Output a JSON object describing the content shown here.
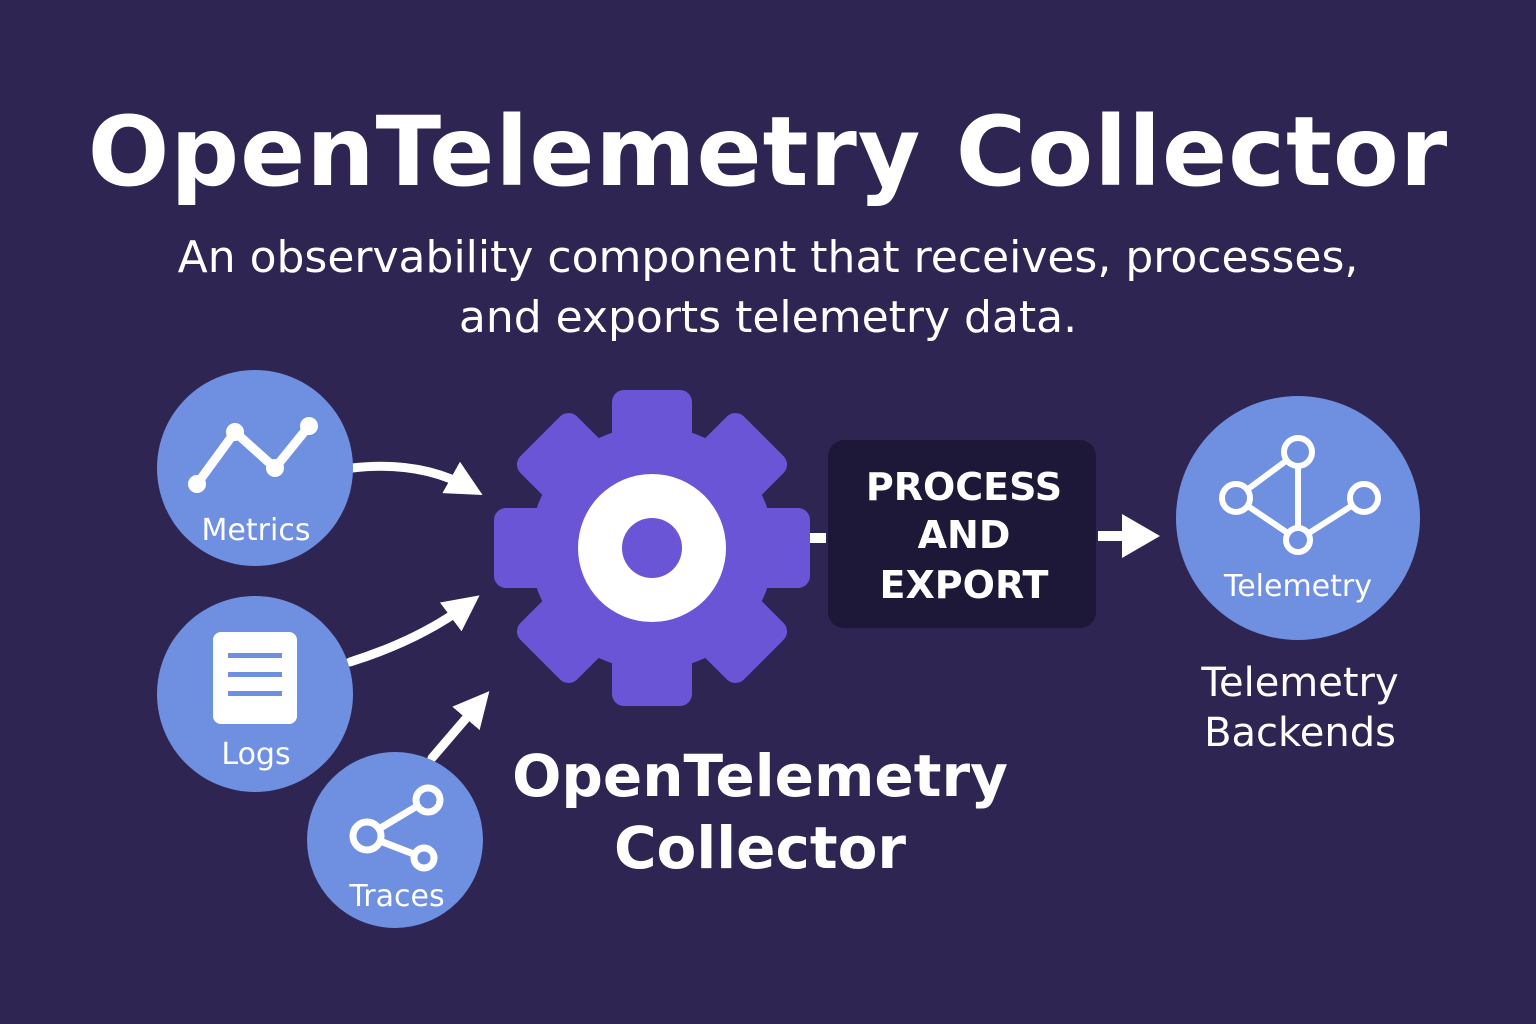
{
  "title": "OpenTelemetry Collector",
  "subtitle": {
    "line1": "An observability component that receives, processes,",
    "line2": "and exports telemetry data."
  },
  "sources": [
    {
      "label": "Metrics",
      "icon": "line-chart-icon"
    },
    {
      "label": "Logs",
      "icon": "document-list-icon"
    },
    {
      "label": "Traces",
      "icon": "share-nodes-icon"
    }
  ],
  "collector": {
    "icon": "gear-icon",
    "caption_line1": "OpenTelemetry",
    "caption_line2": "Collector"
  },
  "process_box": {
    "line1": "PROCESS",
    "line2": "AND",
    "line3": "EXPORT"
  },
  "backend": {
    "icon": "network-nodes-icon",
    "circle_label": "Telemetry",
    "caption_line1": "Telemetry",
    "caption_line2": "Backends"
  },
  "colors": {
    "background": "#2e2552",
    "node_fill": "#6f8fe0",
    "gear_fill": "#6a55d6",
    "box_fill": "#1e1838",
    "text": "#ffffff"
  }
}
